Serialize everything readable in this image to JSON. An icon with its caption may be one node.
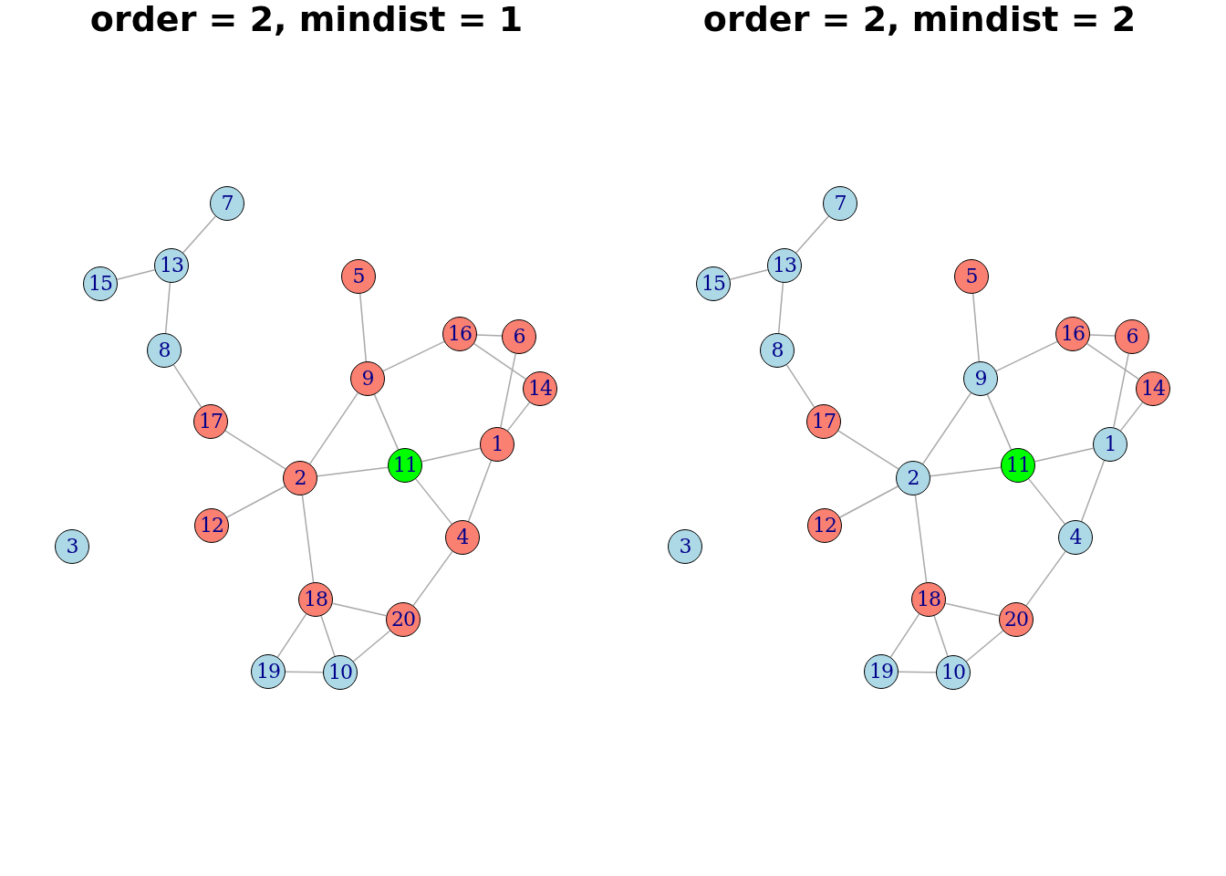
{
  "diagram": {
    "nodes": [
      {
        "text": [
          "7"
        ]
      },
      {
        "text": [
          "13"
        ]
      },
      {
        "text": [
          "5"
        ]
      },
      {
        "text": [
          "15"
        ]
      },
      {
        "text": [
          "16"
        ]
      },
      {
        "text": [
          "6"
        ]
      },
      {
        "text": [
          "8"
        ]
      },
      {
        "text": [
          "9"
        ]
      },
      {
        "text": [
          "14"
        ]
      },
      {
        "text": [
          "17"
        ]
      },
      {
        "text": [
          "1"
        ]
      },
      {
        "text": [
          "11"
        ]
      },
      {
        "text": [
          "2"
        ]
      },
      {
        "text": [
          "12"
        ]
      },
      {
        "text": [
          "4"
        ]
      },
      {
        "text": [
          "3"
        ]
      },
      {
        "text": [
          "18"
        ]
      },
      {
        "text": [
          "20"
        ]
      },
      {
        "text": [
          "19"
        ]
      },
      {
        "text": [
          "10"
        ]
      },
      {
        "text": [
          "7"
        ]
      },
      {
        "text": [
          "13"
        ]
      },
      {
        "text": [
          "5"
        ]
      },
      {
        "text": [
          "15"
        ]
      },
      {
        "text": [
          "16"
        ]
      },
      {
        "text": [
          "6"
        ]
      },
      {
        "text": [
          "8"
        ]
      },
      {
        "text": [
          "9"
        ]
      },
      {
        "text": [
          "14"
        ]
      },
      {
        "text": [
          "17"
        ]
      },
      {
        "text": [
          "1"
        ]
      },
      {
        "text": [
          "11"
        ]
      },
      {
        "text": [
          "2"
        ]
      },
      {
        "text": [
          "12"
        ]
      },
      {
        "text": [
          "4"
        ]
      },
      {
        "text": [
          "3"
        ]
      },
      {
        "text": [
          "18"
        ]
      },
      {
        "text": [
          "20"
        ]
      },
      {
        "text": [
          "19"
        ]
      },
      {
        "text": [
          "10"
        ]
      }
    ],
    "edges": [
      {
        "from": 0,
        "to": 1,
        "arrow": "none"
      },
      {
        "from": 1,
        "to": 3,
        "arrow": "none"
      },
      {
        "from": 1,
        "to": 6,
        "arrow": "none"
      },
      {
        "from": 6,
        "to": 9,
        "arrow": "none"
      },
      {
        "from": 9,
        "to": 12,
        "arrow": "none"
      },
      {
        "from": 12,
        "to": 13,
        "arrow": "none"
      },
      {
        "from": 12,
        "to": 7,
        "arrow": "none"
      },
      {
        "from": 12,
        "to": 11,
        "arrow": "none"
      },
      {
        "from": 12,
        "to": 16,
        "arrow": "none"
      },
      {
        "from": 2,
        "to": 7,
        "arrow": "none"
      },
      {
        "from": 7,
        "to": 4,
        "arrow": "none"
      },
      {
        "from": 7,
        "to": 11,
        "arrow": "none"
      },
      {
        "from": 4,
        "to": 5,
        "arrow": "none"
      },
      {
        "from": 4,
        "to": 8,
        "arrow": "none"
      },
      {
        "from": 5,
        "to": 10,
        "arrow": "none"
      },
      {
        "from": 8,
        "to": 10,
        "arrow": "none"
      },
      {
        "from": 10,
        "to": 11,
        "arrow": "none"
      },
      {
        "from": 10,
        "to": 14,
        "arrow": "none"
      },
      {
        "from": 11,
        "to": 14,
        "arrow": "none"
      },
      {
        "from": 14,
        "to": 17,
        "arrow": "none"
      },
      {
        "from": 16,
        "to": 17,
        "arrow": "none"
      },
      {
        "from": 16,
        "to": 18,
        "arrow": "none"
      },
      {
        "from": 16,
        "to": 19,
        "arrow": "none"
      },
      {
        "from": 18,
        "to": 19,
        "arrow": "none"
      },
      {
        "from": 19,
        "to": 17,
        "arrow": "none"
      },
      {
        "from": 20,
        "to": 21,
        "arrow": "none"
      },
      {
        "from": 21,
        "to": 23,
        "arrow": "none"
      },
      {
        "from": 21,
        "to": 26,
        "arrow": "none"
      },
      {
        "from": 26,
        "to": 29,
        "arrow": "none"
      },
      {
        "from": 29,
        "to": 32,
        "arrow": "none"
      },
      {
        "from": 32,
        "to": 33,
        "arrow": "none"
      },
      {
        "from": 32,
        "to": 27,
        "arrow": "none"
      },
      {
        "from": 32,
        "to": 31,
        "arrow": "none"
      },
      {
        "from": 32,
        "to": 36,
        "arrow": "none"
      },
      {
        "from": 22,
        "to": 27,
        "arrow": "none"
      },
      {
        "from": 27,
        "to": 24,
        "arrow": "none"
      },
      {
        "from": 27,
        "to": 31,
        "arrow": "none"
      },
      {
        "from": 24,
        "to": 25,
        "arrow": "none"
      },
      {
        "from": 24,
        "to": 28,
        "arrow": "none"
      },
      {
        "from": 25,
        "to": 30,
        "arrow": "none"
      },
      {
        "from": 28,
        "to": 30,
        "arrow": "none"
      },
      {
        "from": 30,
        "to": 31,
        "arrow": "none"
      },
      {
        "from": 30,
        "to": 34,
        "arrow": "none"
      },
      {
        "from": 31,
        "to": 34,
        "arrow": "none"
      },
      {
        "from": 34,
        "to": 37,
        "arrow": "none"
      },
      {
        "from": 36,
        "to": 37,
        "arrow": "none"
      },
      {
        "from": 36,
        "to": 38,
        "arrow": "none"
      },
      {
        "from": 36,
        "to": 39,
        "arrow": "none"
      },
      {
        "from": 38,
        "to": 39,
        "arrow": "none"
      },
      {
        "from": 39,
        "to": 37,
        "arrow": "none"
      }
    ],
    "labels": [
      "order = 2, mindist = 1",
      "order = 2, mindist = 2"
    ]
  }
}
